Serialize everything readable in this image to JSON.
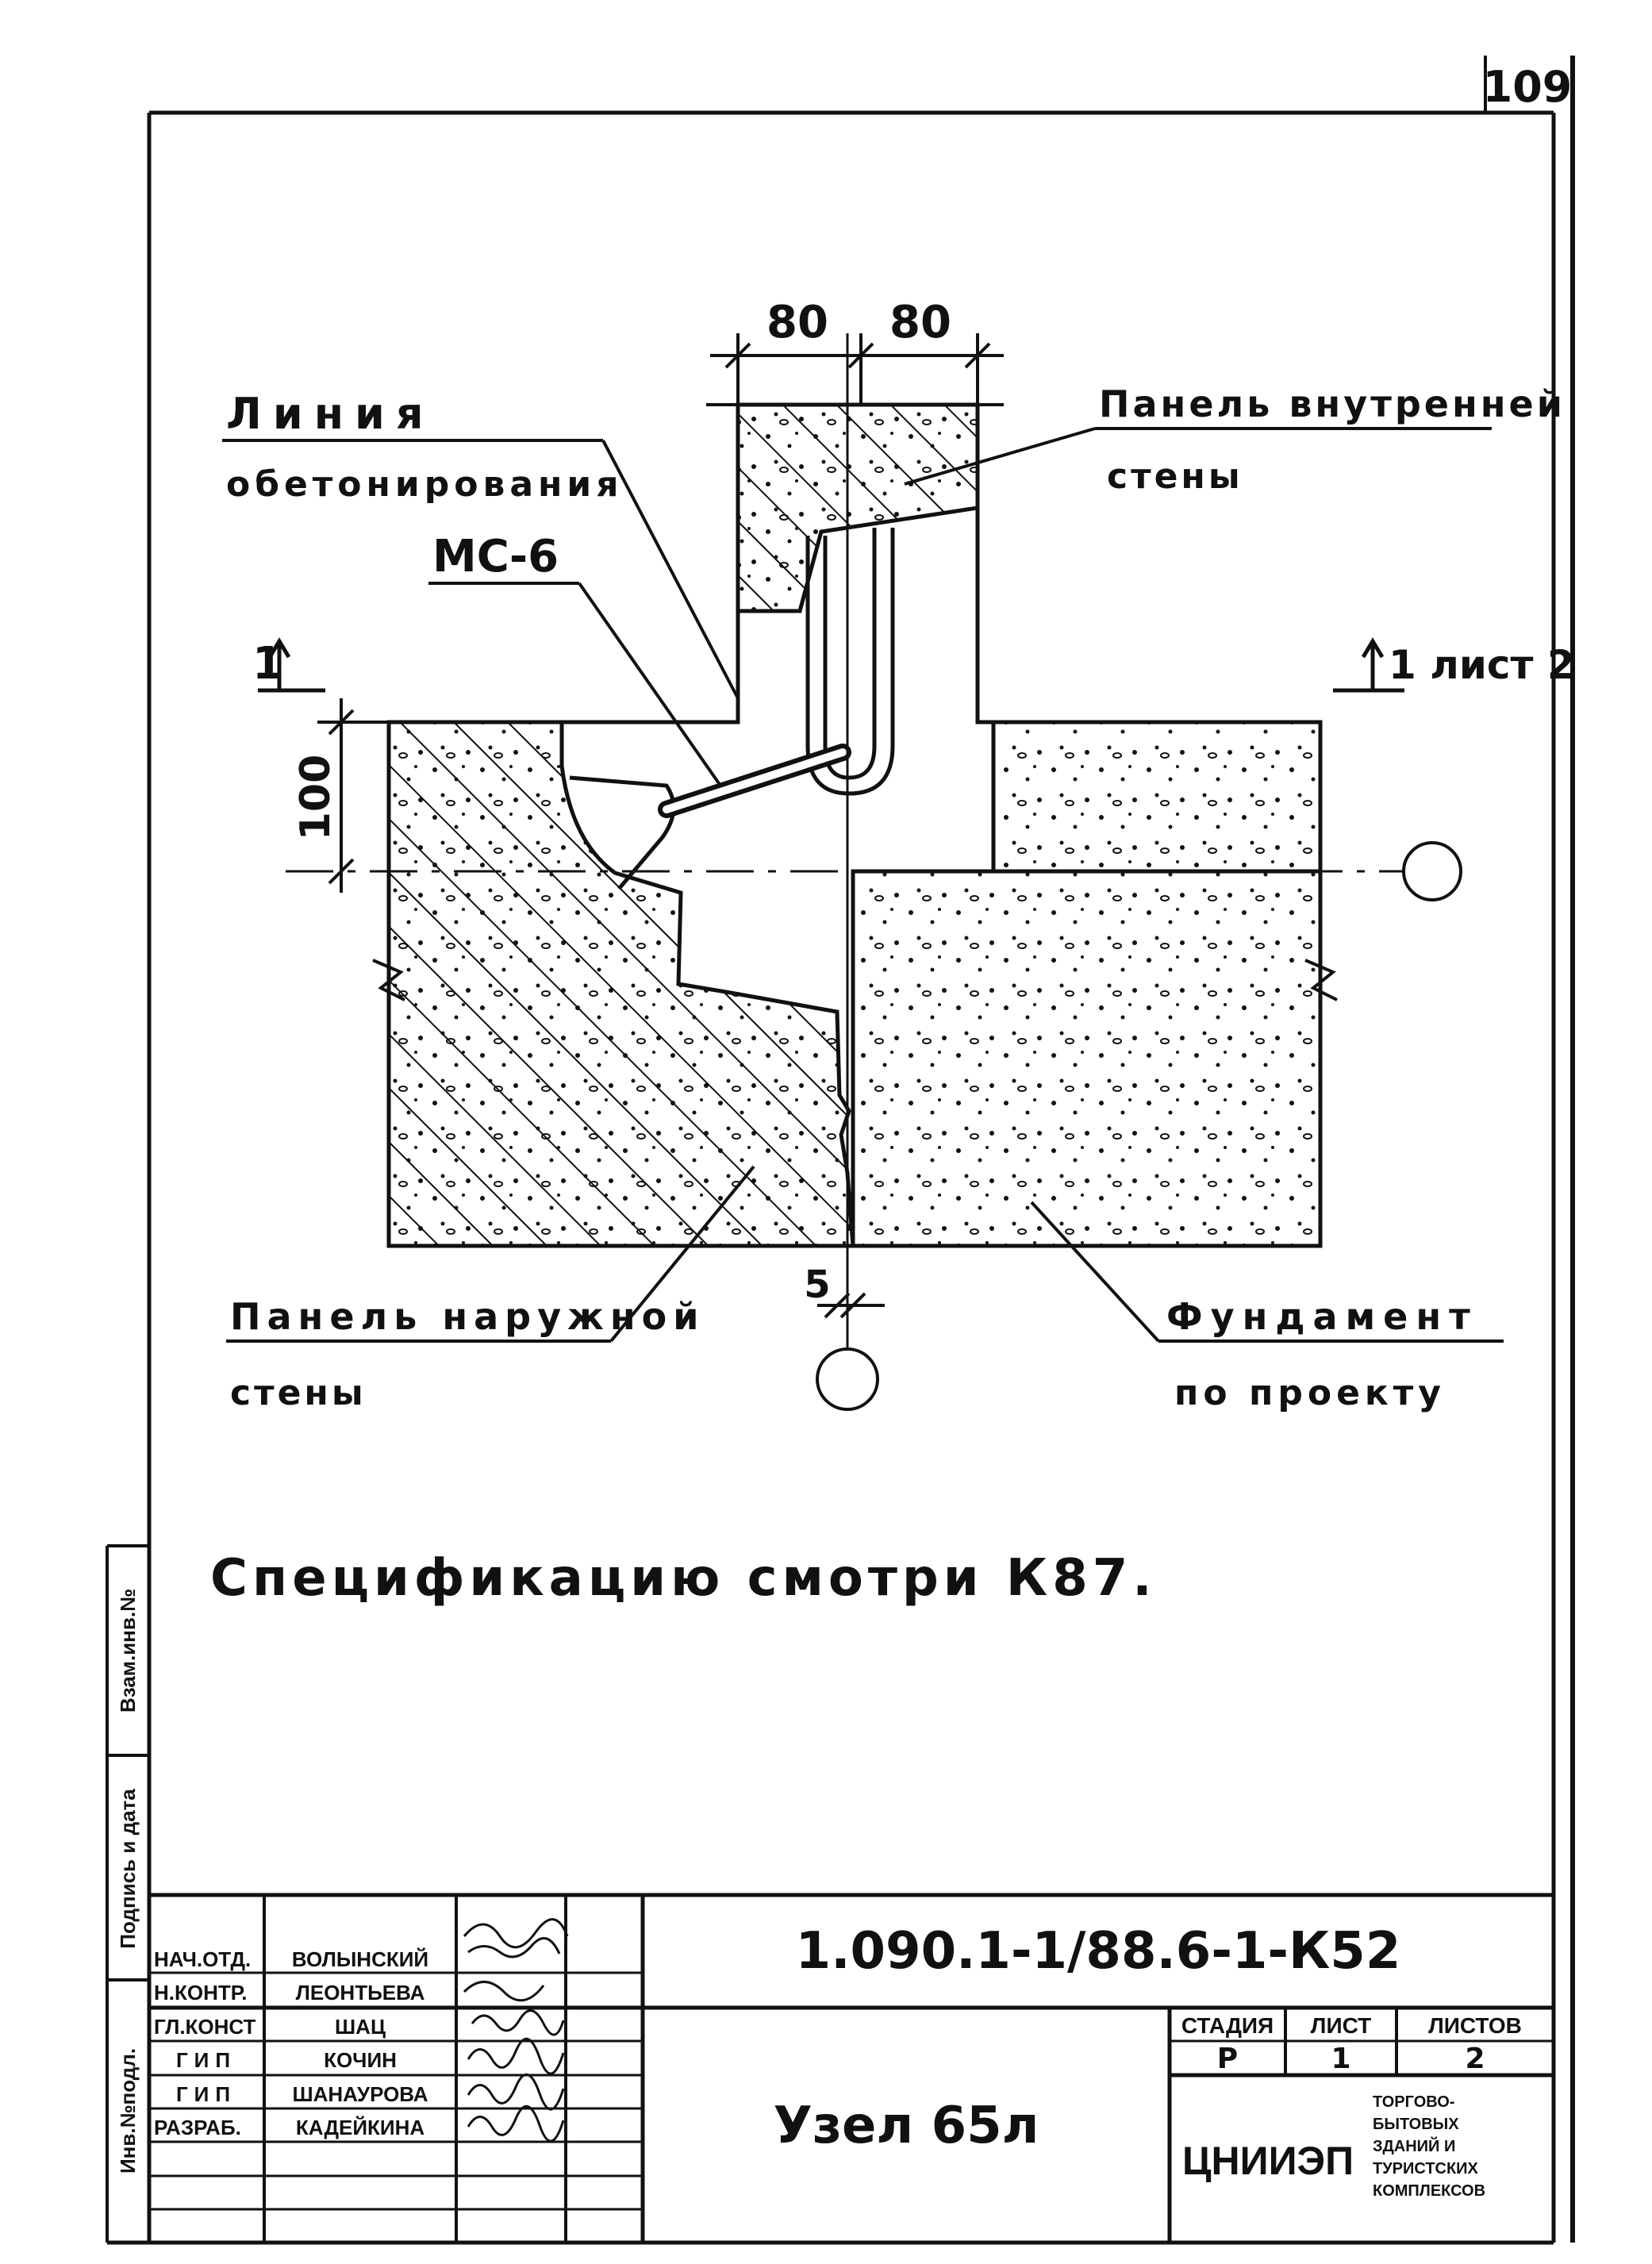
{
  "sheet_number": "109",
  "drawing": {
    "dimensions": {
      "left_width": "80",
      "right_width": "80",
      "height": "100",
      "gap": "5"
    },
    "section_mark_left": "1",
    "section_mark_right": "1 лист 2",
    "labels": {
      "concreting_line_1": "Линия",
      "concreting_line_2": "обетонирования",
      "bracket": "МС-6",
      "inner_panel_1": "Панель внутренней",
      "inner_panel_2": "стены",
      "outer_panel_1": "Панель наружной",
      "outer_panel_2": "стены",
      "foundation_1": "Фундамент",
      "foundation_2": "по проекту"
    }
  },
  "note": "Спецификацию смотри К87.",
  "side_stamp": {
    "swap_inv": "Взам.инв.№",
    "sign_date": "Подпись и дата",
    "inv_original": "Инв.№подл."
  },
  "title_block": {
    "code": "1.090.1-1/88.6-1-К52",
    "node_title": "Узел 65л",
    "staff": [
      {
        "role": "НАЧ.ОТД.",
        "name": "ВОЛЫНСКИЙ"
      },
      {
        "role": "Н.КОНТР.",
        "name": "ЛЕОНТЬЕВА"
      },
      {
        "role": "ГЛ.КОНСТ",
        "name": "ШАЦ"
      },
      {
        "role": "ГИП",
        "name": "КОЧИН"
      },
      {
        "role": "ГИП",
        "name": "ШАНАУРОВА"
      },
      {
        "role": "РАЗРАБ.",
        "name": "КАДЕЙКИНА"
      }
    ],
    "headers": {
      "stage": "СТАДИЯ",
      "sheet": "ЛИСТ",
      "sheets": "ЛИСТОВ"
    },
    "values": {
      "stage": "Р",
      "sheet": "1",
      "sheets": "2"
    },
    "org": "ЦНИИЭП",
    "org_desc_1": "ТОРГОВО-",
    "org_desc_2": "БЫТОВЫХ",
    "org_desc_3": "ЗДАНИЙ И",
    "org_desc_4": "ТУРИСТСКИХ",
    "org_desc_5": "КОМПЛЕКСОВ"
  }
}
